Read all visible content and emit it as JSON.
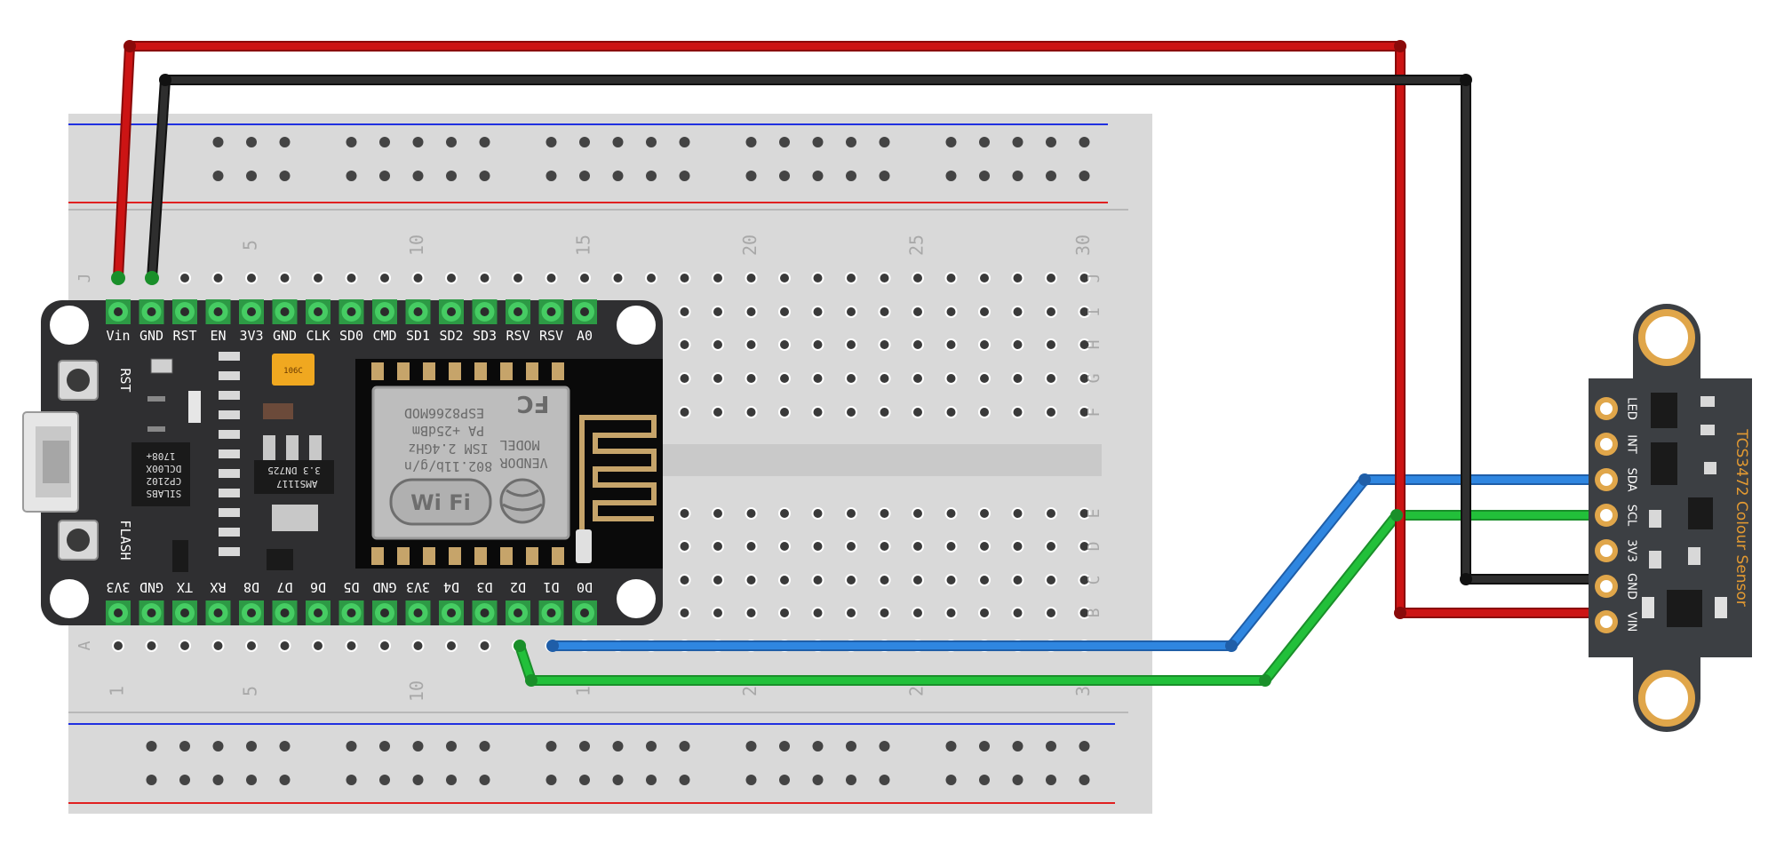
{
  "breadboard": {
    "row_labels_left": [
      "J",
      "I",
      "H",
      "G",
      "F",
      "E",
      "D",
      "C",
      "B",
      "A"
    ],
    "column_numbers_top": [
      "5",
      "10",
      "15",
      "20",
      "25",
      "30"
    ],
    "column_numbers_bottom": [
      "1",
      "5",
      "10",
      "1",
      "2",
      "2",
      "3"
    ]
  },
  "nodemcu": {
    "top_pins": [
      "Vin",
      "GND",
      "RST",
      "EN",
      "3V3",
      "GND",
      "CLK",
      "SD0",
      "CMD",
      "SD1",
      "SD2",
      "SD3",
      "RSV",
      "RSV",
      "A0"
    ],
    "bottom_pins": [
      "3V3",
      "GND",
      "TX",
      "RX",
      "D8",
      "D7",
      "D6",
      "D5",
      "GND",
      "3V3",
      "D4",
      "D3",
      "D2",
      "D1",
      "D0"
    ],
    "rst_label": "RST",
    "flash_label": "FLASH",
    "usb_chip_lines": [
      "SILABS",
      "CP2102",
      "DCL00X",
      "1708+"
    ],
    "regulator_lines": [
      "AMS1117",
      "3.3  DN725"
    ],
    "cap_text": "106C",
    "module": {
      "lines": [
        "802.11b/g/n",
        "ISM 2.4GHz",
        "PA  +25dBm",
        "ESP8266MOD"
      ],
      "vendor_lines": [
        "VENDOR",
        "MODEL"
      ],
      "fc": "FC",
      "wifi": "Wi Fi"
    }
  },
  "sensor": {
    "title": "TCS3472 Colour Sensor",
    "pins": [
      "LED",
      "INT",
      "SDA",
      "SCL",
      "3V3",
      "GND",
      "VIN"
    ]
  },
  "wires": [
    {
      "name": "vin-wire",
      "color": "#c00e0e",
      "from": "Vin",
      "to": "VIN"
    },
    {
      "name": "gnd-wire",
      "color": "#2b2b2b",
      "from": "GND",
      "to": "GND"
    },
    {
      "name": "sda-wire",
      "color": "#2f7bd8",
      "from": "D2",
      "to": "SDA"
    },
    {
      "name": "scl-wire",
      "color": "#1fb832",
      "from": "D1",
      "to": "SCL"
    }
  ],
  "colors": {
    "board": "#2f2f31",
    "pin_green": "#3ec85a",
    "rail_red": "#e02020",
    "rail_blue": "#2030e0",
    "breadboard": "#d9d9d9"
  }
}
